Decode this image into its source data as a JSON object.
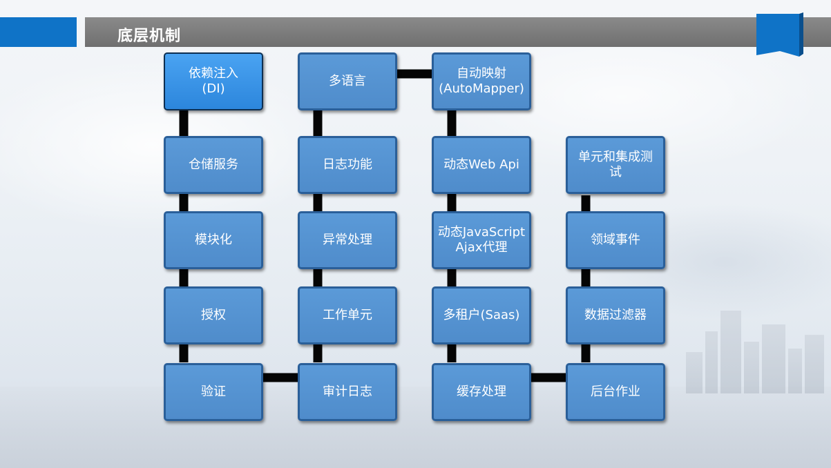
{
  "slide": {
    "title": "底层机制"
  },
  "nodes": {
    "di": "依赖注入\n(DI)",
    "repository": "仓储服务",
    "modularity": "模块化",
    "authorization": "授权",
    "validation": "验证",
    "localization": "多语言",
    "logging": "日志功能",
    "exception": "异常处理",
    "unit_of_work": "工作单元",
    "audit_log": "审计日志",
    "automapper": "自动映射\n(AutoMapper)",
    "dynamic_webapi": "动态Web Api",
    "dynamic_js_proxy": "动态JavaScript\nAjax代理",
    "multi_tenancy": "多租户(Saas)",
    "caching": "缓存处理",
    "testing": "单元和集成测\n试",
    "domain_events": "领域事件",
    "data_filters": "数据过滤器",
    "background_jobs": "后台作业"
  }
}
